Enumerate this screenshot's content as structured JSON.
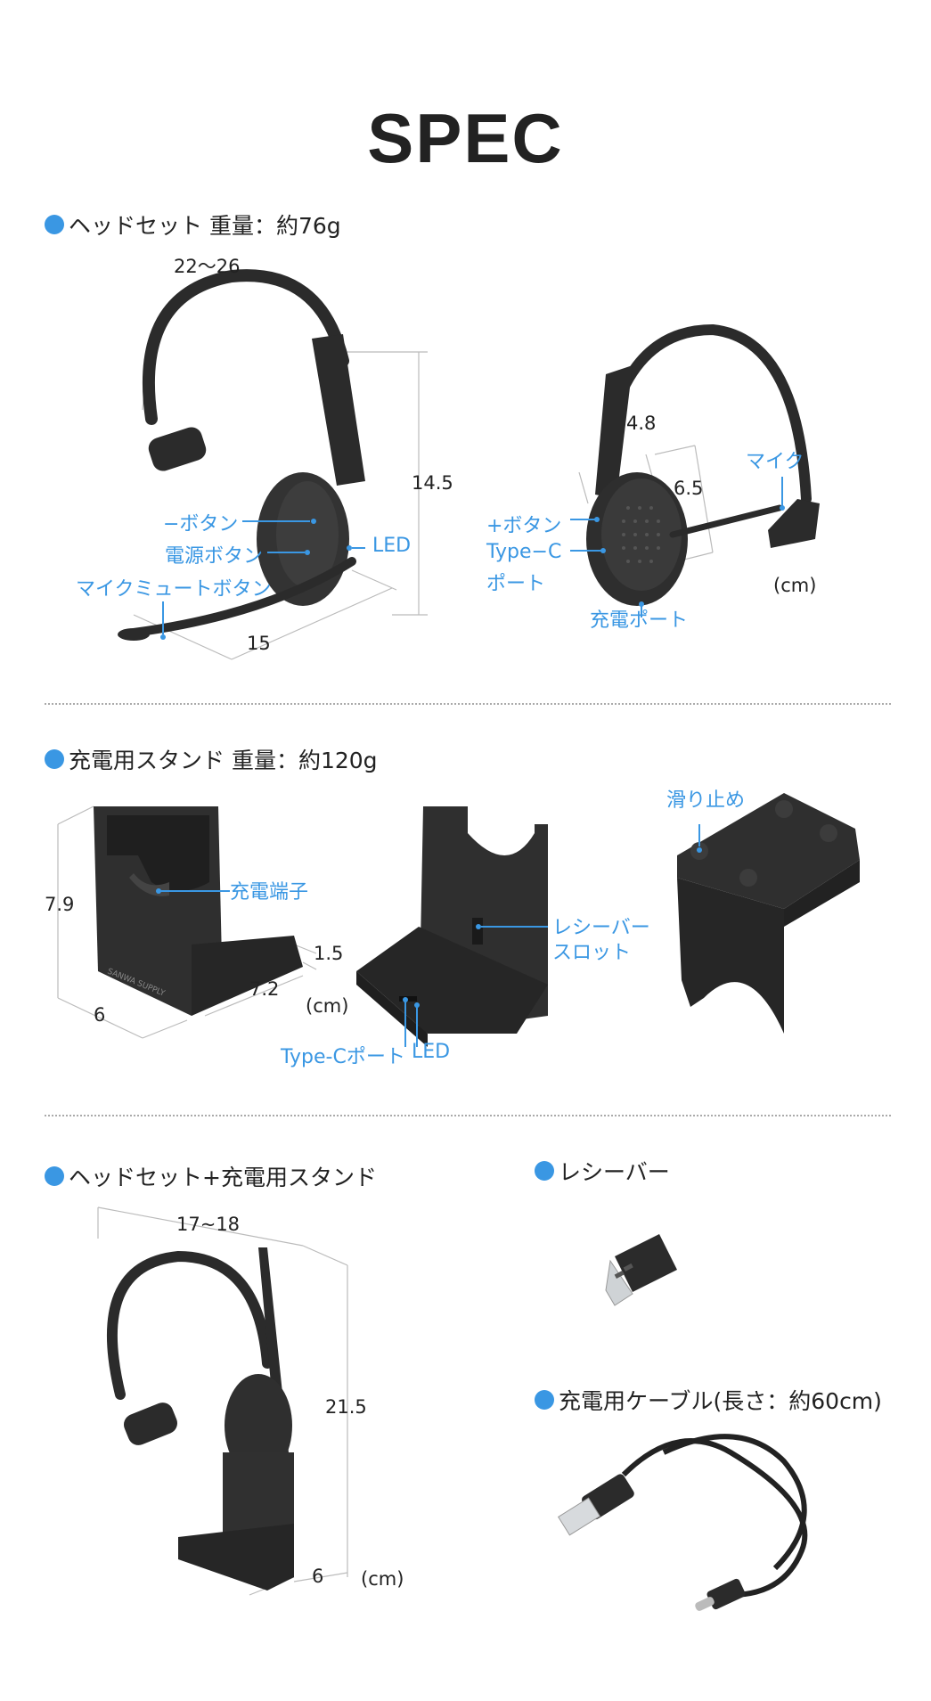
{
  "title": "SPEC",
  "colors": {
    "accent": "#3a97e3",
    "product": "#2b2b2b",
    "line": "#3a97e3",
    "dimline": "#bbbbbb"
  },
  "sections": {
    "headset": {
      "heading": "ヘッドセット 重量：約76g",
      "dims": {
        "band": "22〜26",
        "height": "14.5",
        "mic": "15",
        "thickness": "4.8",
        "cup": "6.5",
        "unit": "(cm)"
      },
      "labels": {
        "minus_button": "−ボタン",
        "power_button": "電源ボタン",
        "led": "LED",
        "mic_mute_button": "マイクミュートボタン",
        "plus_button": "+ボタン",
        "type_c_line1": "Type−C",
        "type_c_line2": "ポート",
        "mic": "マイク",
        "charge_port": "充電ポート"
      }
    },
    "stand": {
      "heading": "充電用スタンド 重量：約120g",
      "dims": {
        "height": "7.9",
        "width": "6",
        "depth": "7.2",
        "base": "1.5",
        "unit": "(cm)"
      },
      "labels": {
        "charge_terminal": "充電端子",
        "receiver_slot_line1": "レシーバー",
        "receiver_slot_line2": "スロット",
        "type_c_port": "Type-Cポート",
        "led": "LED",
        "non_slip": "滑り止め"
      },
      "brand": "SANWA SUPPLY"
    },
    "combo": {
      "heading": "ヘッドセット+充電用スタンド",
      "dims": {
        "width": "17~18",
        "height": "21.5",
        "depth": "6",
        "unit": "(cm)"
      }
    },
    "receiver": {
      "heading": "レシーバー"
    },
    "cable": {
      "heading": "充電用ケーブル(長さ：約60cm)"
    }
  }
}
